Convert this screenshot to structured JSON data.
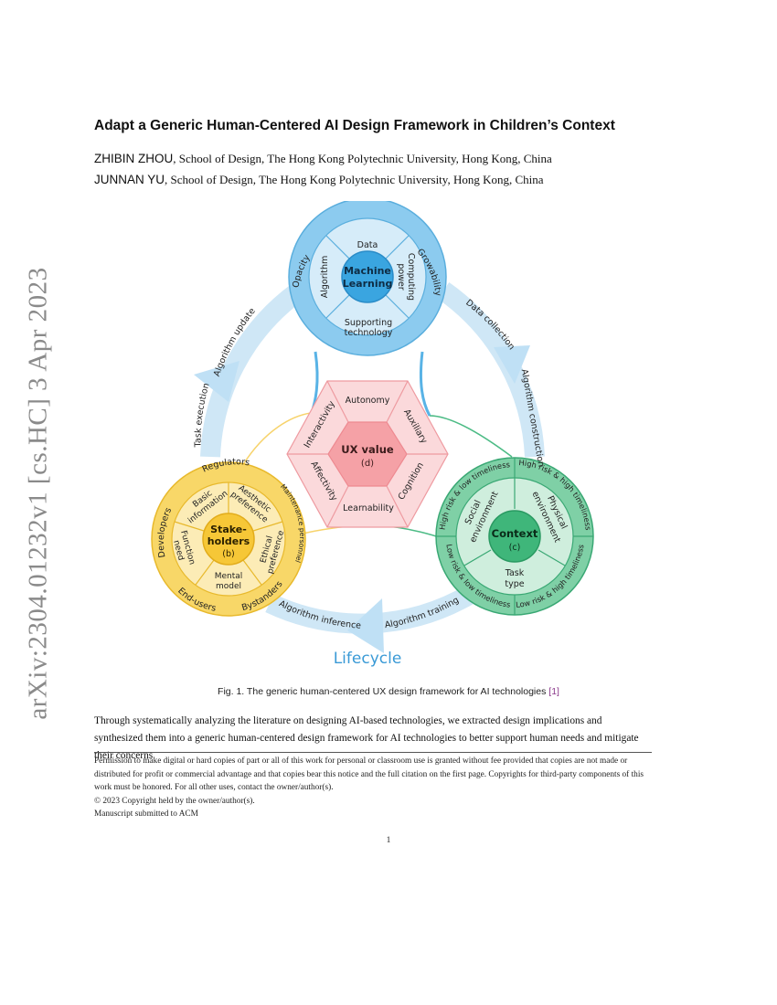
{
  "arxiv_stamp": "arXiv:2304.01232v1  [cs.HC]  3 Apr 2023",
  "title": "Adapt a Generic Human-Centered AI Design Framework in Children’s Context",
  "authors": [
    {
      "name": "ZHIBIN ZHOU",
      "affiliation": ", School of Design, The Hong Kong Polytechnic University, Hong Kong, China"
    },
    {
      "name": "JUNNAN YU",
      "affiliation": ", School of Design, The Hong Kong Polytechnic University, Hong Kong, China"
    }
  ],
  "figure": {
    "machine_learning": {
      "center": [
        "Machine",
        "Learning"
      ],
      "inner": {
        "top": "Data",
        "left": "Algorithm",
        "right": [
          "Computing",
          "power"
        ],
        "bottom": [
          "Supporting",
          "technology"
        ]
      },
      "outer": {
        "left": "Opacity",
        "right": "Growability"
      },
      "color": "#5bb4e5"
    },
    "ux_value": {
      "center": "UX value",
      "center_sub": "(d)",
      "segments": {
        "top": "Autonomy",
        "top_right": "Auxiliary",
        "bottom_right": "Cognition",
        "bottom": "Learnability",
        "bottom_left": "Affectivity",
        "top_left": "Interactivity"
      },
      "color": "#f4a5aa"
    },
    "stakeholders": {
      "center": [
        "Stake-",
        "holders"
      ],
      "center_sub": "(b)",
      "inner": {
        "top_left": [
          "Basic",
          "information"
        ],
        "top_right": [
          "Aesthetic",
          "preference"
        ],
        "right": [
          "Ethical",
          "preference"
        ],
        "bottom": [
          "Mental",
          "model"
        ],
        "left": [
          "Function",
          "need"
        ]
      },
      "outer": {
        "top": "Regulators",
        "right": "Maintenance personnel",
        "bottom_right": "Bystanders",
        "bottom_left": "End-users",
        "left": "Developers"
      },
      "color": "#f6cd4a"
    },
    "context": {
      "center": "Context",
      "center_sub": "(c)",
      "inner": {
        "top_left": [
          "Social",
          "environment"
        ],
        "top_right": [
          "Physical",
          "environment"
        ],
        "bottom": [
          "Task",
          "type"
        ]
      },
      "outer": {
        "top_left": "High risk & low timeliness",
        "top_right": "High risk & high timeliness",
        "bottom_right": "Low risk & high timeliness",
        "bottom_left": "Low risk & low timeliness"
      },
      "color": "#4cbb85"
    },
    "lifecycle": {
      "label": "Lifecycle",
      "arrows": [
        "Data collection",
        "Algorithm construction",
        "Algorithm training",
        "Algorithm inference",
        "Task execution",
        "Algorithm update"
      ]
    }
  },
  "caption": {
    "text": "Fig. 1.  The generic human-centered UX design framework for AI technologies ",
    "ref": "[1]"
  },
  "body": "Through systematically analyzing the literature on designing AI-based technologies, we extracted design implications and synthesized them into a generic human-centered design framework for AI technologies to better support human needs and mitigate their concerns",
  "footnote": [
    "Permission to make digital or hard copies of part or all of this work for personal or classroom use is granted without fee provided that copies are not made or distributed for profit or commercial advantage and that copies bear this notice and the full citation on the first page. Copyrights for third-party components of this work must be honored. For all other uses, contact the owner/author(s).",
    "© 2023 Copyright held by the owner/author(s).",
    "Manuscript submitted to ACM"
  ],
  "page_number": "1"
}
